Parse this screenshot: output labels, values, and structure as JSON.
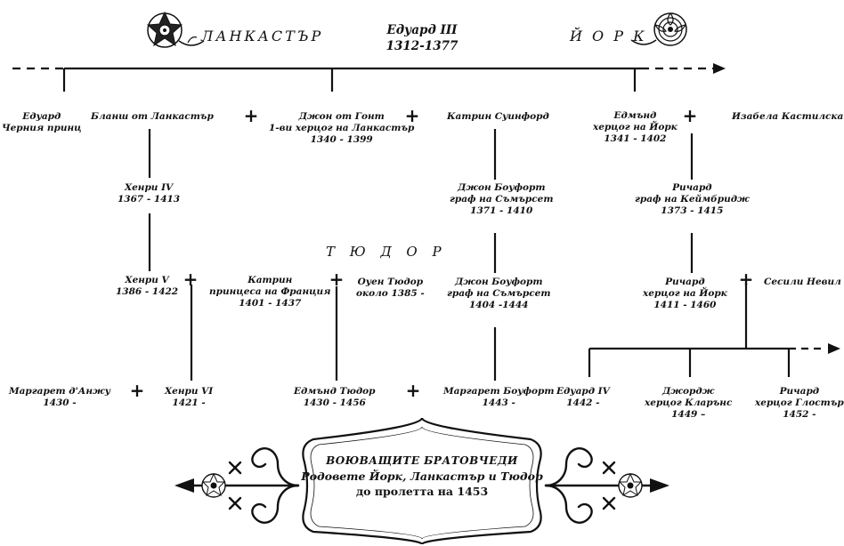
{
  "houses": {
    "lancaster": "ЛАНКАСТЪР",
    "york": "Й О Р К",
    "tudor": "Т Ю Д О Р"
  },
  "root": {
    "name": "Едуард III",
    "years": "1312-1377"
  },
  "generation1": {
    "edward_black_prince": [
      "Едуард",
      "Черния принц"
    ],
    "blanche": [
      "Бланш от Ланкастър"
    ],
    "john_of_gaunt": [
      "Джон от Гонт",
      "1-ви херцог на Ланкастър",
      "1340 - 1399"
    ],
    "katherine_swynford": [
      "Катрин Суинфорд"
    ],
    "edmund_york": [
      "Едмънд",
      "херцог на Йорк",
      "1341 - 1402"
    ],
    "isabella_castile": [
      "Изабела Кастилска"
    ]
  },
  "generation2": {
    "henry_iv": [
      "Хенри IV",
      "1367 - 1413"
    ],
    "john_beaufort_1": [
      "Джон Боуфорт",
      "граф на Съмърсет",
      "1371 - 1410"
    ],
    "richard_cambridge": [
      "Ричард",
      "граф на Кеймбридж",
      "1373 - 1415"
    ]
  },
  "generation3": {
    "henry_v": [
      "Хенри V",
      "1386 - 1422"
    ],
    "catherine_france": [
      "Катрин",
      "принцеса на Франция",
      "1401 - 1437"
    ],
    "owen_tudor": [
      "Оуен Тюдор",
      "около 1385 -"
    ],
    "john_beaufort_2": [
      "Джон Боуфорт",
      "граф на Съмърсет",
      "1404 -1444"
    ],
    "richard_york": [
      "Ричард",
      "херцог на Йорк",
      "1411 - 1460"
    ],
    "cecily_neville": [
      "Сесили Невил"
    ]
  },
  "generation4": {
    "margaret_anjou": [
      "Маргарет д'Анжу",
      "1430 -"
    ],
    "henry_vi": [
      "Хенри VI",
      "1421 -"
    ],
    "edmund_tudor": [
      "Едмънд Тюдор",
      "1430 - 1456"
    ],
    "margaret_beaufort": [
      "Маргарет Боуфорт",
      "1443 -"
    ],
    "edward_iv": [
      "Едуард IV",
      "1442 -"
    ],
    "george_clarence": [
      "Джордж",
      "херцог Кларънс",
      "1449 –"
    ],
    "richard_gloucester": [
      "Ричард",
      "херцог Глостър",
      "1452 -"
    ]
  },
  "banner": {
    "line1": "ВОЮВАЩИТЕ БРАТОВЧЕДИ",
    "line2": "Родовете Йорк, Ланкастър и Тюдор",
    "line3": "до пролетта на 1453"
  },
  "marriage_symbol": "+",
  "colors": {
    "ink": "#111111",
    "paper": "#ffffff"
  }
}
